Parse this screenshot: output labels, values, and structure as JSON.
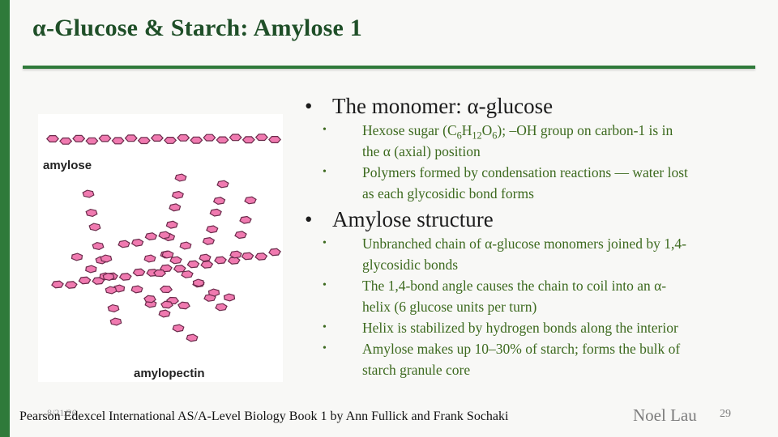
{
  "slide": {
    "title": "α-Glucose & Starch: Amylose 1",
    "figure": {
      "label_amylose": "amylose",
      "label_amylopectin": "amylopectin",
      "monomer_color": "#f07ab0",
      "monomer_stroke": "#6a2a4a"
    },
    "bullet_glyph": "•",
    "sections": [
      {
        "heading": "The monomer: α-glucose",
        "items": [
          {
            "line1_pre": "Hexose sugar (C",
            "sub1": "6",
            "mid1": "H",
            "sub2": "12",
            "mid2": "O",
            "sub3": "6",
            "line1_post": "); –OH group on carbon-1 is in",
            "line2": "the α (axial) position"
          },
          {
            "line1": "Polymers formed by condensation reactions — water lost",
            "line2": "as each glycosidic bond forms"
          }
        ]
      },
      {
        "heading": "Amylose structure",
        "items": [
          {
            "line1": "Unbranched chain of α-glucose monomers joined by 1,4-",
            "line2": "glycosidic bonds"
          },
          {
            "line1": "The 1,4-bond angle causes the chain to coil into an α-",
            "line2": "helix (6 glucose units per turn)"
          },
          {
            "line1": "Helix is stabilized by hydrogen bonds along the interior"
          },
          {
            "line1": "Amylose makes up 10–30% of starch; forms the bulk of",
            "line2": "starch granule core"
          }
        ]
      }
    ],
    "footer": {
      "date": "8/21/26",
      "source": "Pearson Edexcel International AS/A-Level Biology Book 1 by Ann Fullick and Frank Sochaki",
      "author": "Noel Lau",
      "page": "29"
    }
  }
}
